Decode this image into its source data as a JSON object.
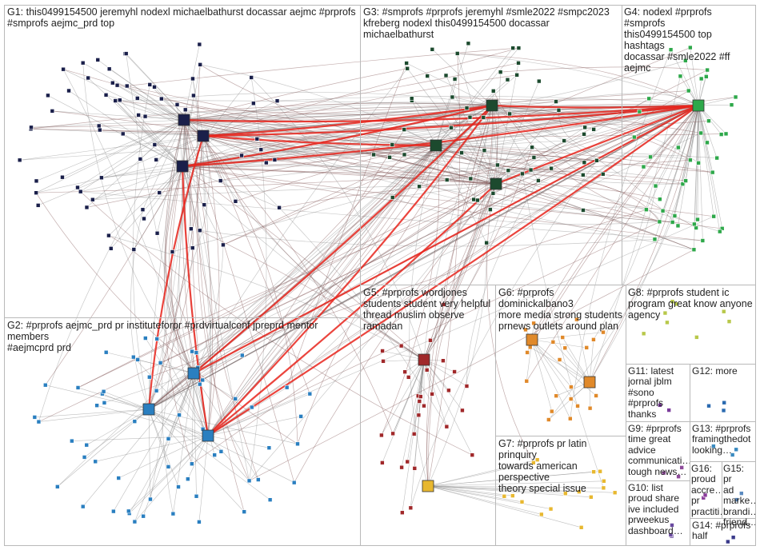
{
  "graph": {
    "colors": {
      "edge_light": "#8a8a8a",
      "edge_dark": "#7a4a4a",
      "edge_strong": "#e8241c",
      "panel_border": "#b9b9b9",
      "label_text": "#222222"
    },
    "groups": [
      {
        "id": "G1",
        "label": "G1: this0499154500 jeremyhl nodexl michaelbathurst docassar aejmc #prprofs\n#smprofs aejmc_prd top",
        "node_color": "#1a1f4a",
        "node_count": 70
      },
      {
        "id": "G2",
        "label": "G2: #prprofs aejmc_prd pr instituteforpr #prdvirtualconf jpreprd mentor members\n#aejmcprd prd",
        "node_color": "#2a7fc0",
        "node_count": 60
      },
      {
        "id": "G3",
        "label": "G3: #smprofs #prprofs jeremyhl #smle2022 #smpc2023\nkfreberg nodexl this0499154500 docassar michaelbathurst",
        "node_color": "#1c4a2e",
        "node_count": 60
      },
      {
        "id": "G4",
        "label": "G4: nodexl #prprofs #smprofs\nthis0499154500 top hashtags\ndocassar #smle2022 #ff aejmc",
        "node_color": "#2ea84a",
        "node_count": 45
      },
      {
        "id": "G5",
        "label": "G5: #prprofs wordjones\nstudents student very helpful\nthread muslim observe\nramadan",
        "node_color": "#a0282a",
        "node_count": 30
      },
      {
        "id": "G6",
        "label": "G6: #prprofs dominickalbano3\nmore media strong students\nprnews outlets around plan",
        "node_color": "#e0892a",
        "node_count": 22
      },
      {
        "id": "G7",
        "label": "G7: #prprofs pr latin prinquiry\ntowards american perspective\ntheory special issue",
        "node_color": "#e8b830",
        "node_count": 16
      },
      {
        "id": "G8",
        "label": "G8: #prprofs student ic\nprogram great know anyone\nagency",
        "node_color": "#b8c84a",
        "node_count": 8
      },
      {
        "id": "G9",
        "label": "G9: #prprofs\ntime great\nadvice\ncommunicati…\ntough news…",
        "node_color": "#8e4a9a",
        "node_count": 3
      },
      {
        "id": "G10",
        "label": "G10: list\nproud share\nive included\nprweekus\ndashboard…",
        "node_color": "#6a4aa0",
        "node_count": 3
      },
      {
        "id": "G11",
        "label": "G11: latest\njornal jblm\n#sono #prprofs\nthanks",
        "node_color": "#7a3a9a",
        "node_count": 2
      },
      {
        "id": "G12",
        "label": "G12: more",
        "node_color": "#2a6ab0",
        "node_count": 3
      },
      {
        "id": "G13",
        "label": "G13: #prprofs\nframingthedot\nlooking…",
        "node_color": "#3a8ac0",
        "node_count": 3
      },
      {
        "id": "G14",
        "label": "G14: #prprofs\nhalf",
        "node_color": "#3a3a8a",
        "node_count": 2
      },
      {
        "id": "G15",
        "label": "G15: pr\nad\nmarke…\nbrandi…\nfriend…",
        "node_color": "#5a8ac0",
        "node_count": 2
      },
      {
        "id": "G16",
        "label": "G16:\nproud\naccre…\npr\npractiti…",
        "node_color": "#8a3a9a",
        "node_count": 2
      }
    ]
  }
}
